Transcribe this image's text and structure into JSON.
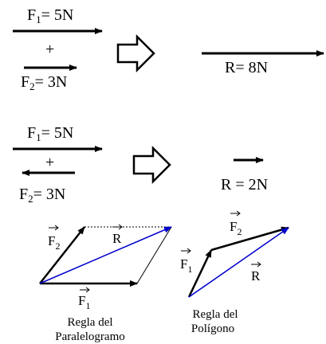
{
  "row1": {
    "f1": "F",
    "f1_sub": "1",
    "f1_value": "= 5N",
    "plus": "+",
    "f2": "F",
    "f2_sub": "2",
    "f2_value": "= 3N",
    "result": "R= 8N"
  },
  "row2": {
    "f1": "F",
    "f1_sub": "1",
    "f1_value": "= 5N",
    "plus": "+",
    "f2": "F",
    "f2_sub": "2",
    "f2_value": "= 3N",
    "result": "R = 2N"
  },
  "parallelogram": {
    "f1_label": "F",
    "f1_sub": "1",
    "f2_label": "F",
    "f2_sub": "2",
    "r_label": "R",
    "caption_line1": "Regla del",
    "caption_line2": "Paralelogramo"
  },
  "polygon": {
    "f1_label": "F",
    "f1_sub": "1",
    "f2_label": "F",
    "f2_sub": "2",
    "r_label": "R",
    "caption_line1": "Regla del",
    "caption_line2": "Polígono"
  },
  "colors": {
    "vector": "#000000",
    "resultant": "#0000cc",
    "dotted": "#000000"
  }
}
